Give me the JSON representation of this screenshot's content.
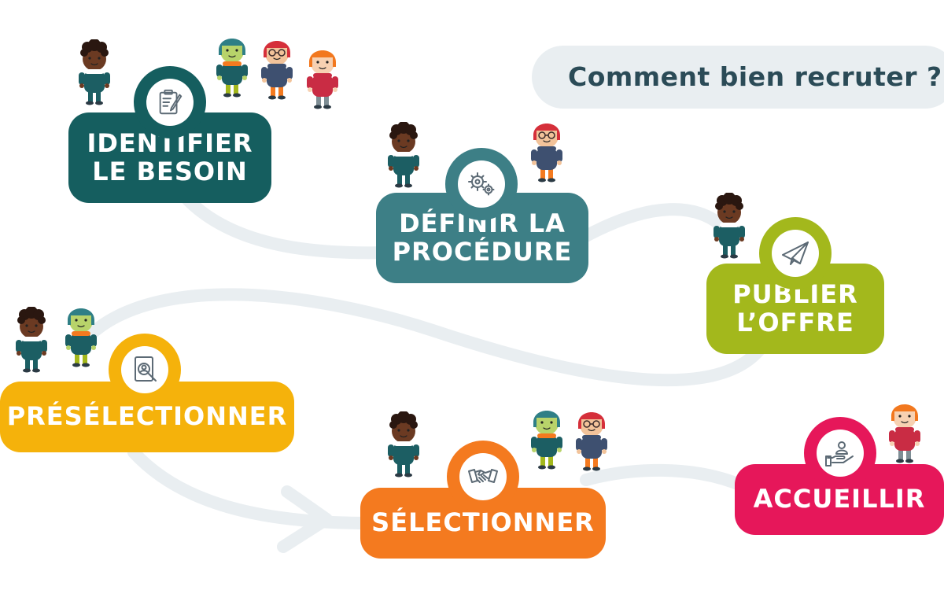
{
  "title": "Comment bien recruter ?",
  "colors": {
    "path": "#e9eef1",
    "identifier": "#155e5f",
    "definir": "#3d7f86",
    "publier": "#a3b81c",
    "preselectionner": "#f5b20b",
    "selectionner": "#f47a1f",
    "accueillir": "#e6175a",
    "icon_stroke": "#5c6a75"
  },
  "steps": [
    {
      "id": "identifier",
      "line1": "IDENTIFIER",
      "line2": "LE BESOIN",
      "icon": "clipboard-pen-icon"
    },
    {
      "id": "definir",
      "line1": "DÉFINIR LA",
      "line2": "PROCÉDURE",
      "icon": "gears-icon"
    },
    {
      "id": "publier",
      "line1": "PUBLIER",
      "line2": "L’OFFRE",
      "icon": "paper-plane-icon"
    },
    {
      "id": "preselectionner",
      "line1": "PRÉSÉLECTIONNER",
      "icon": "resume-search-icon"
    },
    {
      "id": "selectionner",
      "line1": "SÉLECTIONNER",
      "icon": "handshake-icon"
    },
    {
      "id": "accueillir",
      "line1": "ACCUEILLIR",
      "icon": "hand-person-icon"
    }
  ],
  "characters": [
    {
      "name": "dark-boy",
      "skin": "#6b3a22",
      "hair": "#2a1710",
      "shirt": "#1c5e63",
      "pants": "#1c5e63",
      "scarf": "#ffffff"
    },
    {
      "name": "green-girl",
      "skin": "#b8d36a",
      "hair": "#2f7f86",
      "shirt": "#1c5e63",
      "pants": "#a3b81c",
      "scarf": "#f47a1f"
    },
    {
      "name": "red-glasses",
      "skin": "#f2c39a",
      "hair": "#d52f3a",
      "shirt": "#3e5070",
      "pants": "#f47a1f",
      "scarf": "#3e5070"
    },
    {
      "name": "orange-hair",
      "skin": "#f7d1b2",
      "hair": "#f2781f",
      "shirt": "#c92c44",
      "pants": "#7e8e95",
      "scarf": "#c92c44"
    }
  ]
}
